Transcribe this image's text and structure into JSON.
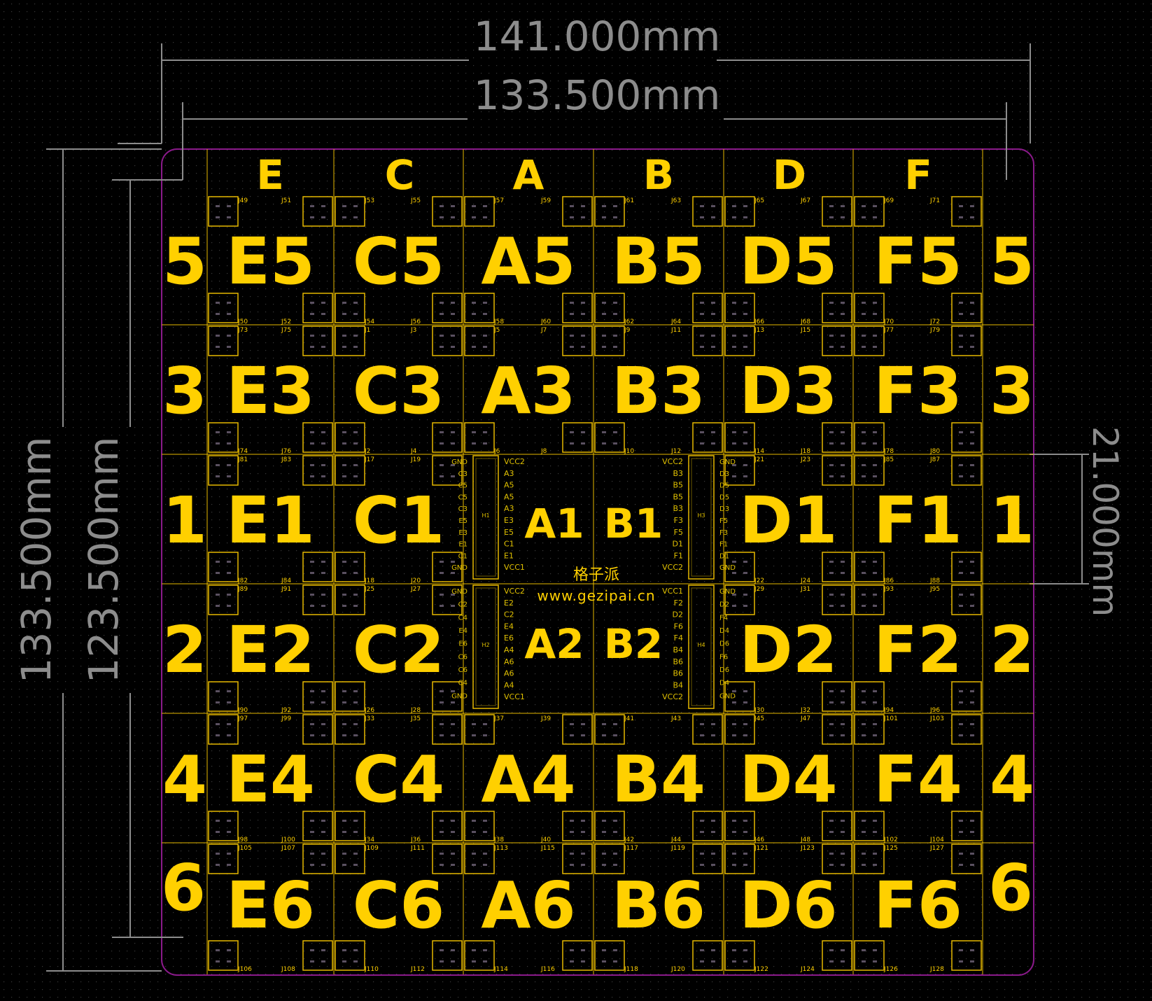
{
  "dimensions": {
    "outer_width": "141.000mm",
    "inner_width": "133.500mm",
    "outer_height": "133.500mm",
    "inner_height": "123.500mm",
    "cell_height": "21.000mm"
  },
  "columns": [
    "E",
    "C",
    "A",
    "B",
    "D",
    "F"
  ],
  "rows": [
    "5",
    "3",
    "1",
    "2",
    "4",
    "6"
  ],
  "cell_labels": [
    [
      "E5",
      "C5",
      "A5",
      "B5",
      "D5",
      "F5"
    ],
    [
      "E3",
      "C3",
      "A3",
      "B3",
      "D3",
      "F3"
    ],
    [
      "E1",
      "C1",
      "A1",
      "B1",
      "D1",
      "F1"
    ],
    [
      "E2",
      "C2",
      "A2",
      "B2",
      "D2",
      "F2"
    ],
    [
      "E4",
      "C4",
      "A4",
      "B4",
      "D4",
      "F4"
    ],
    [
      "E6",
      "C6",
      "A6",
      "B6",
      "D6",
      "F6"
    ]
  ],
  "connectors": {
    "top": [
      [
        "J49",
        "J51",
        "J53",
        "J55",
        "J57",
        "J59",
        "J61",
        "J63",
        "J65",
        "J67",
        "J69",
        "J71"
      ],
      [
        "J73",
        "J75",
        "J1",
        "J3",
        "J5",
        "J7",
        "J9",
        "J11",
        "J13",
        "J15",
        "J77",
        "J79"
      ],
      [
        "J81",
        "J83",
        "J17",
        "J19",
        "",
        "",
        "",
        "",
        "J21",
        "J23",
        "J85",
        "J87"
      ],
      [
        "J89",
        "J91",
        "J25",
        "J27",
        "",
        "",
        "",
        "",
        "J29",
        "J31",
        "J93",
        "J95"
      ],
      [
        "J97",
        "J99",
        "J33",
        "J35",
        "J37",
        "J39",
        "J41",
        "J43",
        "J45",
        "J47",
        "J101",
        "J103"
      ],
      [
        "J105",
        "J107",
        "J109",
        "J111",
        "J113",
        "J115",
        "J117",
        "J119",
        "J121",
        "J123",
        "J125",
        "J127"
      ]
    ],
    "bottom": [
      [
        "J50",
        "J52",
        "J54",
        "J56",
        "J58",
        "J60",
        "J62",
        "J64",
        "J66",
        "J68",
        "J70",
        "J72"
      ],
      [
        "J74",
        "J76",
        "J2",
        "J4",
        "J6",
        "J8",
        "J10",
        "J12",
        "J14",
        "J18",
        "J78",
        "J80"
      ],
      [
        "J82",
        "J84",
        "J18",
        "J20",
        "",
        "",
        "",
        "",
        "J22",
        "J24",
        "J86",
        "J88"
      ],
      [
        "J90",
        "J92",
        "J26",
        "J28",
        "",
        "",
        "",
        "",
        "J30",
        "J32",
        "J94",
        "J96"
      ],
      [
        "J98",
        "J100",
        "J34",
        "J36",
        "J38",
        "J40",
        "J42",
        "J44",
        "J46",
        "J48",
        "J102",
        "J104"
      ],
      [
        "J106",
        "J108",
        "J110",
        "J112",
        "J114",
        "J116",
        "J118",
        "J120",
        "J122",
        "J124",
        "J126",
        "J128"
      ]
    ]
  },
  "headers": {
    "H1": {
      "name": "H1",
      "outer": [
        "GND",
        "C3",
        "C5",
        "C5",
        "C3",
        "E5",
        "E3",
        "E1",
        "C1",
        "GND"
      ],
      "inner": [
        "VCC2",
        "A3",
        "A5",
        "A5",
        "A3",
        "E3",
        "E5",
        "C1",
        "E1",
        "VCC1"
      ]
    },
    "H3": {
      "name": "H3",
      "inner": [
        "VCC2",
        "B3",
        "B5",
        "B5",
        "B3",
        "F3",
        "F5",
        "D1",
        "F1",
        "VCC2"
      ],
      "outer": [
        "GND",
        "D3",
        "D5",
        "D5",
        "D3",
        "F5",
        "F3",
        "F1",
        "D1",
        "GND"
      ]
    },
    "H2": {
      "name": "H2",
      "outer": [
        "GND",
        "C2",
        "C4",
        "E4",
        "E6",
        "C6",
        "C6",
        "C4",
        "GND"
      ],
      "inner": [
        "VCC2",
        "E2",
        "C2",
        "E4",
        "E6",
        "A4",
        "A6",
        "A6",
        "A4",
        "VCC1"
      ]
    },
    "H4": {
      "name": "H4",
      "inner": [
        "VCC1",
        "F2",
        "D2",
        "F6",
        "F4",
        "B4",
        "B6",
        "B6",
        "B4",
        "VCC2"
      ],
      "outer": [
        "GND",
        "D2",
        "F4",
        "D4",
        "D6",
        "F6",
        "D6",
        "D4",
        "GND"
      ]
    }
  },
  "center_text": {
    "brand": "格子派",
    "url": "www.gezipai.cn"
  },
  "colors": {
    "background": "#000000",
    "grid_dot": "#2e2e2e",
    "copper": "#e6b800",
    "label": "#ffd000",
    "outline": "#8a1a8a",
    "dimension": "#8c8c8c",
    "pad_inner": "#3a3a3a"
  }
}
